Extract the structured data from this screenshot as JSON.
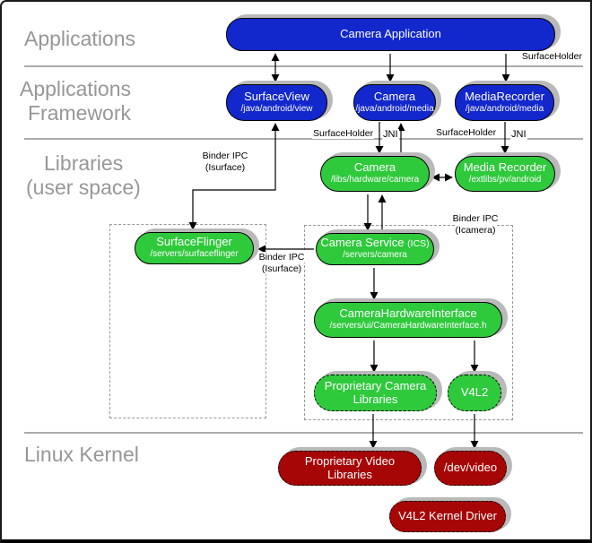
{
  "colors": {
    "app_blue": "#1227CC",
    "lib_green": "#2FC93C",
    "kernel_red": "#A60606",
    "shadow_gray": "#b9b9b9",
    "section_label_gray": "#979797",
    "divider_gray": "#ababab",
    "dashed_region_gray": "#999999",
    "connector_black": "#000000"
  },
  "sections": {
    "applications": {
      "label": "Applications"
    },
    "applications_framework": {
      "line1": "Applications",
      "line2": "Framework"
    },
    "libraries": {
      "line1": "Libraries",
      "line2": "(user space)"
    },
    "linux_kernel": {
      "label": "Linux Kernel"
    }
  },
  "nodes": {
    "camera_application": {
      "title": "Camera Application"
    },
    "surface_view": {
      "title": "SurfaceView",
      "subtitle": "/java/android/view"
    },
    "camera_framework": {
      "title": "Camera",
      "subtitle": "/java/android/media"
    },
    "media_recorder_framework": {
      "title": "MediaRecorder",
      "subtitle": "/java/android/media"
    },
    "camera_library": {
      "title": "Camera",
      "subtitle": "/libs/hardware/camera"
    },
    "media_recorder_library": {
      "title": "Media Recorder",
      "subtitle": "/extlibs/pv/android"
    },
    "surface_flinger": {
      "title": "SurfaceFlinger",
      "subtitle": "/servers/surfaceflinger"
    },
    "camera_service": {
      "title": "Camera Service",
      "title_suffix": "(ICS)",
      "subtitle": "/servers/camera"
    },
    "camera_hardware_interface": {
      "title": "CameraHardwareInterface",
      "subtitle": "/servers/ui/CameraHardwareInterface.h"
    },
    "proprietary_camera_libraries": {
      "line1": "Proprietary Camera",
      "line2": "Libraries"
    },
    "v4l2": {
      "title": "V4L2"
    },
    "proprietary_video_libraries": {
      "line1": "Proprietary Video",
      "line2": "Libraries"
    },
    "dev_video": {
      "title": "/dev/video"
    },
    "v4l2_kernel_driver": {
      "title": "V4L2 Kernel Driver"
    }
  },
  "edge_labels": {
    "surfaceholder_top": "SurfaceHolder",
    "surfaceholder_camera": "SurfaceHolder",
    "jni_camera": "JNI",
    "surfaceholder_media": "SurfaceHolder",
    "jni_media": "JNI",
    "binder_ipc_isurface_view": {
      "line1": "Binder IPC",
      "line2": "(Isurface)"
    },
    "binder_ipc_icamera": {
      "line1": "Binder IPC",
      "line2": "(Icamera)"
    },
    "binder_ipc_isurface_service": {
      "line1": "Binder IPC",
      "line2": "(Isurface)"
    }
  }
}
